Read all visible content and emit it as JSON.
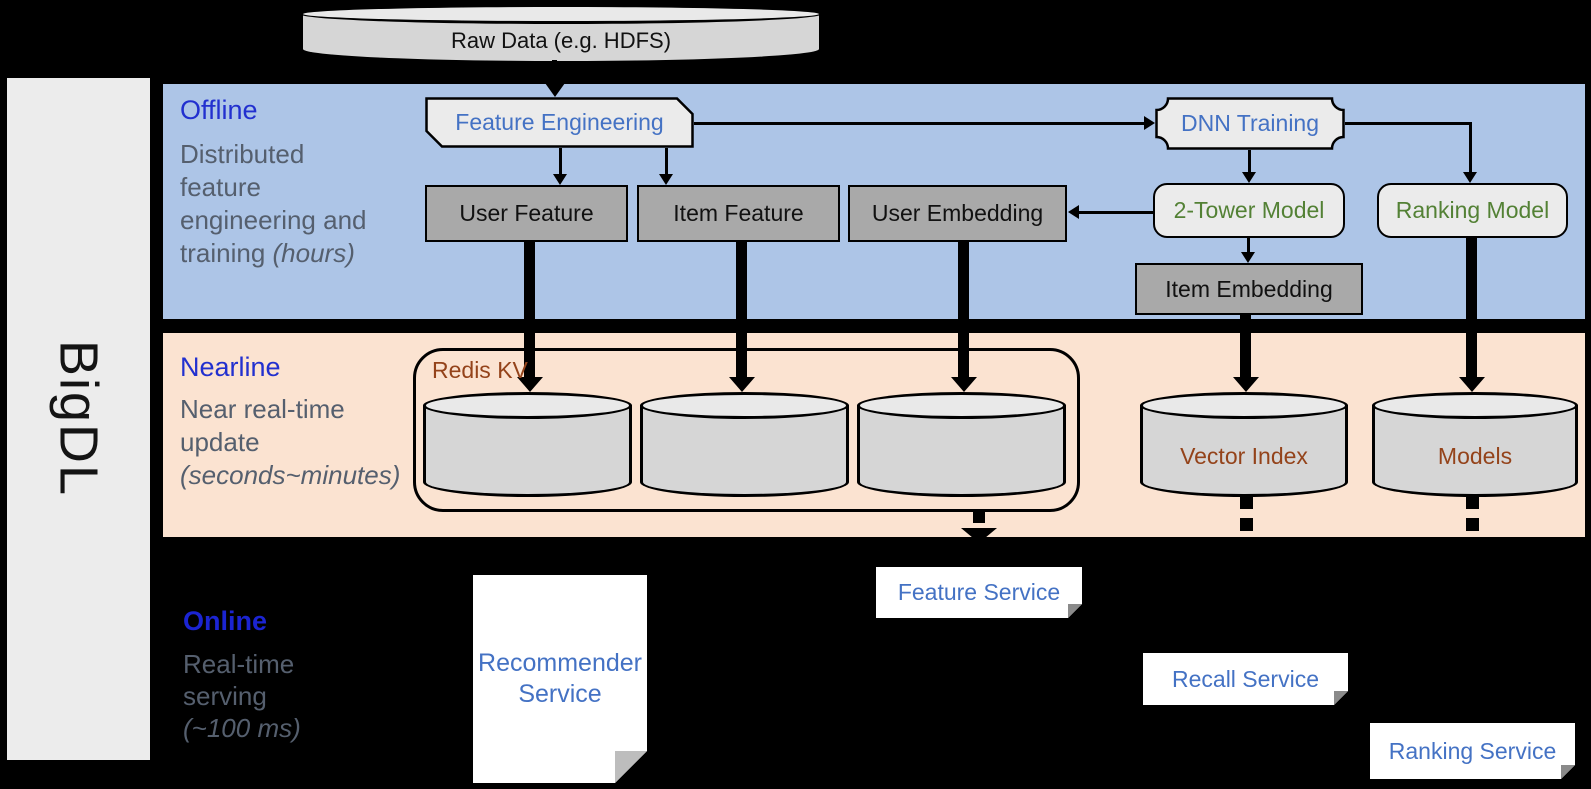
{
  "brand": {
    "label": "BigDL"
  },
  "raw_data": {
    "label": "Raw Data (e.g. HDFS)"
  },
  "sections": {
    "offline": {
      "label": "Offline",
      "desc": "Distributed feature engineering and training",
      "desc_note": "(hours)"
    },
    "nearline": {
      "label": "Nearline",
      "desc": "Near real-time update",
      "desc_note": "(seconds~minutes)"
    },
    "online": {
      "label": "Online",
      "desc": "Real-time serving",
      "desc_note": "(~100 ms)"
    }
  },
  "nodes": {
    "feature_engineering": "Feature Engineering",
    "dnn_training": "DNN Training",
    "user_feature": "User Feature",
    "item_feature": "Item Feature",
    "user_embedding": "User Embedding",
    "two_tower_model": "2-Tower Model",
    "ranking_model": "Ranking Model",
    "item_embedding": "Item Embedding",
    "redis_kv": "Redis KV",
    "vector_index": "Vector Index",
    "models": "Models",
    "recommender_service": "Recommender Service",
    "feature_service": "Feature Service",
    "recall_service": "Recall Service",
    "ranking_service": "Ranking Service"
  },
  "colors": {
    "canvas_bg": "#000000",
    "offline_bg": "#adc5e7",
    "nearline_bg": "#fbe3d1",
    "section_label_blue": "#2230cf",
    "online_label_blue": "#1b24d2",
    "desc_gray": "#555f6e",
    "node_blue_text": "#4472c4",
    "node_green_text": "#538135",
    "store_brown_text": "#94431a",
    "dark_box_fill": "#a9a9a9",
    "light_shape_fill": "#ebebeb",
    "cylinder_fill": "#d6d6d6",
    "brand_bar_fill": "#ececec"
  }
}
